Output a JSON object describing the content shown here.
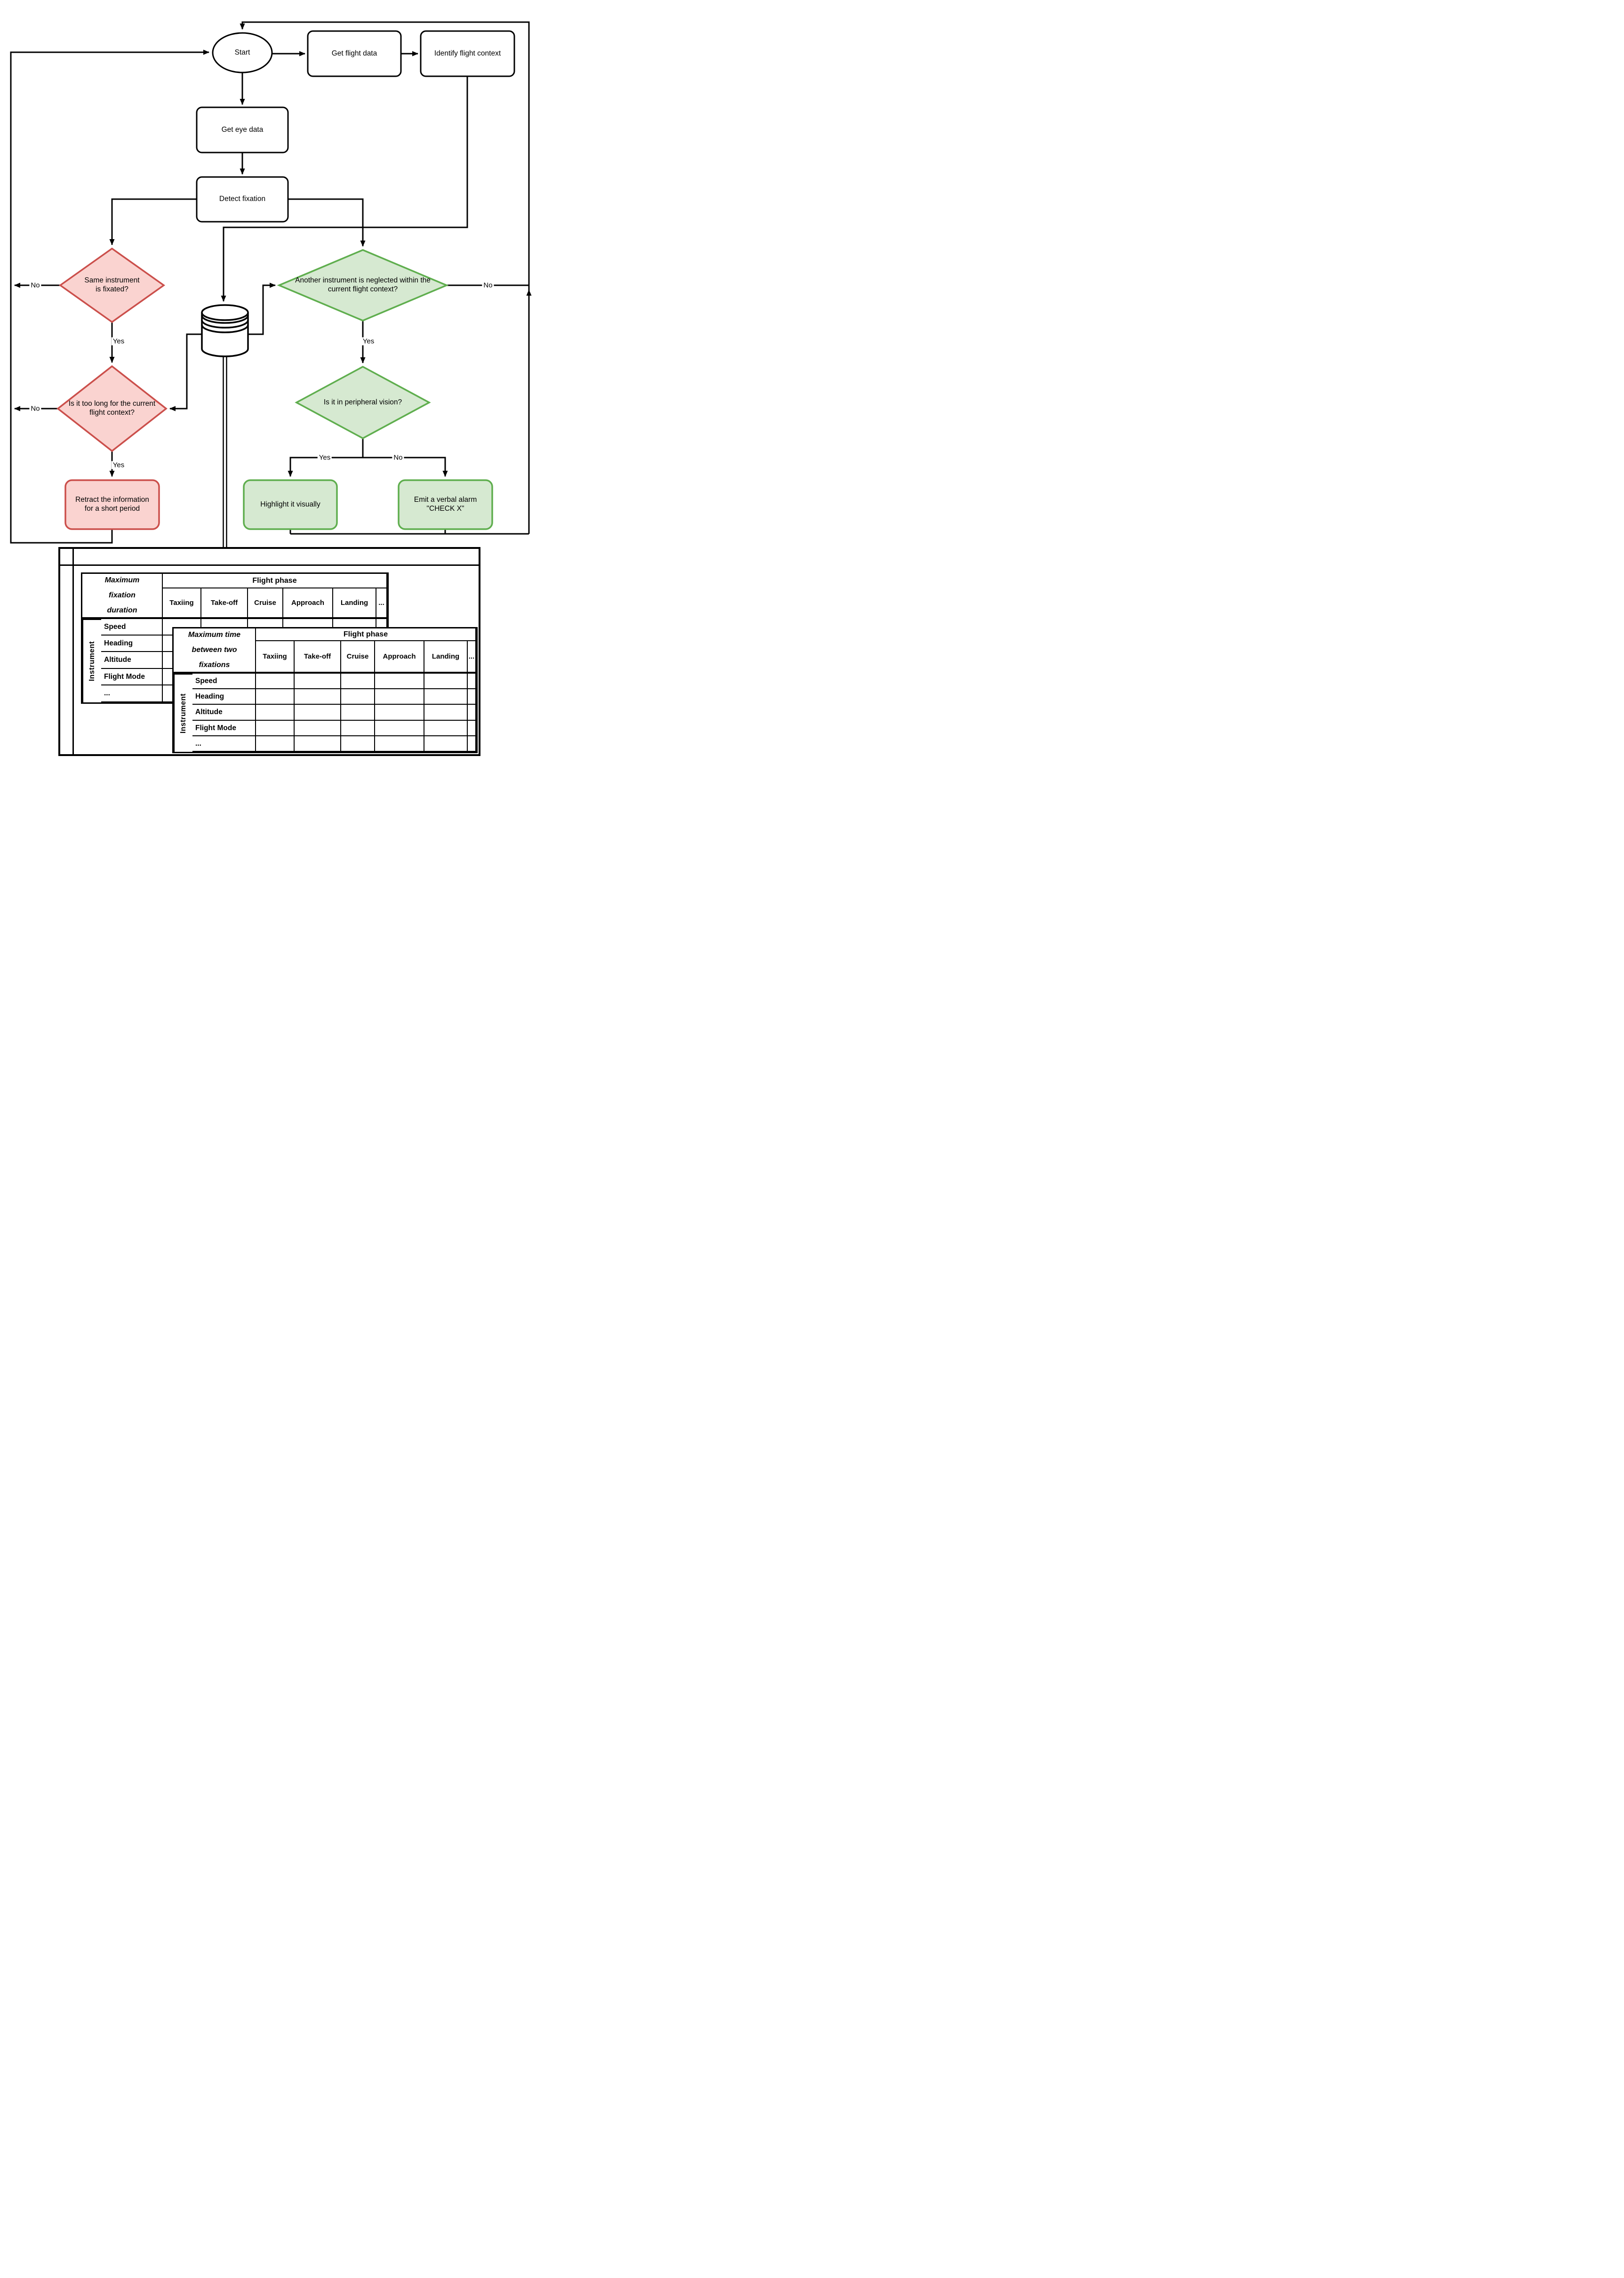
{
  "flowchart": {
    "nodes": {
      "start": "Start",
      "get_flight_data": "Get flight data",
      "identify_flight_context": "Identify flight context",
      "get_eye_data": "Get eye data",
      "detect_fixation": "Detect fixation",
      "same_instrument": "Same instrument is fixated?",
      "too_long": "Is it too long for the current flight context?",
      "another_instrument": "Another instrument is neglected within the current flight context?",
      "peripheral_vision": "Is it in peripheral vision?",
      "retract_information": "Retract the information for a short period",
      "highlight_visually": "Highlight it visually",
      "emit_alarm": "Emit a verbal alarm \"CHECK X\""
    },
    "branch_labels": {
      "yes": "Yes",
      "no": "No"
    },
    "icons": {
      "database": "database-cylinder"
    },
    "colors": {
      "negative_fill": "#fad3d0",
      "negative_stroke": "#cb4f4b",
      "positive_fill": "#d6e9d1",
      "positive_stroke": "#5fae4e",
      "line": "#000000"
    }
  },
  "tables": {
    "fixation_duration": {
      "corner_title": "Maximum fixation duration",
      "column_group": "Flight phase",
      "columns": [
        "Taxiing",
        "Take-off",
        "Cruise",
        "Approach",
        "Landing",
        "..."
      ],
      "row_group": "Instrument",
      "rows": [
        "Speed",
        "Heading",
        "Altitude",
        "Flight Mode",
        "..."
      ]
    },
    "time_between_fixations": {
      "corner_title": "Maximum time between two fixations",
      "column_group": "Flight phase",
      "columns": [
        "Taxiing",
        "Take-off",
        "Cruise",
        "Approach",
        "Landing",
        "..."
      ],
      "row_group": "Instrument",
      "rows": [
        "Speed",
        "Heading",
        "Altitude",
        "Flight Mode",
        "..."
      ]
    }
  }
}
